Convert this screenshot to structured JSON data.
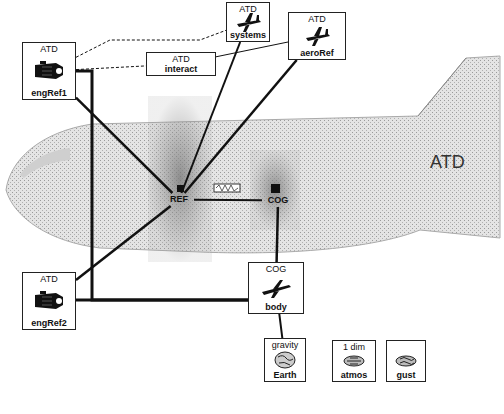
{
  "diagram": {
    "nodes": [
      {
        "text": [
          "ATD",
          "engRef1"
        ]
      },
      {
        "text": [
          "ATD",
          "systems"
        ]
      },
      {
        "text": [
          "ATD",
          "aeroRef"
        ]
      },
      {
        "text": [
          "ATD",
          "interact"
        ]
      },
      {
        "text": [
          "REF"
        ]
      },
      {
        "text": [
          "COG"
        ]
      },
      {
        "text": [
          "ATD",
          "engRef2"
        ]
      },
      {
        "text": [
          "COG",
          "body"
        ]
      },
      {
        "text": [
          "gravity",
          "Earth"
        ]
      },
      {
        "text": [
          "1 dim",
          "atmos"
        ]
      },
      {
        "text": [
          "gust"
        ]
      }
    ],
    "edges": [
      {
        "from": 0,
        "to": 3,
        "arrow": "none"
      },
      {
        "from": 3,
        "to": 2,
        "arrow": "none"
      },
      {
        "from": 0,
        "to": 1,
        "arrow": "none"
      },
      {
        "from": 4,
        "to": 0,
        "arrow": "none"
      },
      {
        "from": 4,
        "to": 6,
        "arrow": "none"
      },
      {
        "from": 4,
        "to": 1,
        "arrow": "none"
      },
      {
        "from": 4,
        "to": 2,
        "arrow": "none"
      },
      {
        "from": 4,
        "to": 5,
        "arrow": "none"
      },
      {
        "from": 5,
        "to": 7,
        "arrow": "none"
      },
      {
        "from": 7,
        "to": 8,
        "arrow": "none"
      },
      {
        "from": 0,
        "to": 7,
        "arrow": "none"
      },
      {
        "from": 6,
        "to": 7,
        "arrow": "none"
      }
    ],
    "labels": [
      "ATD"
    ]
  }
}
